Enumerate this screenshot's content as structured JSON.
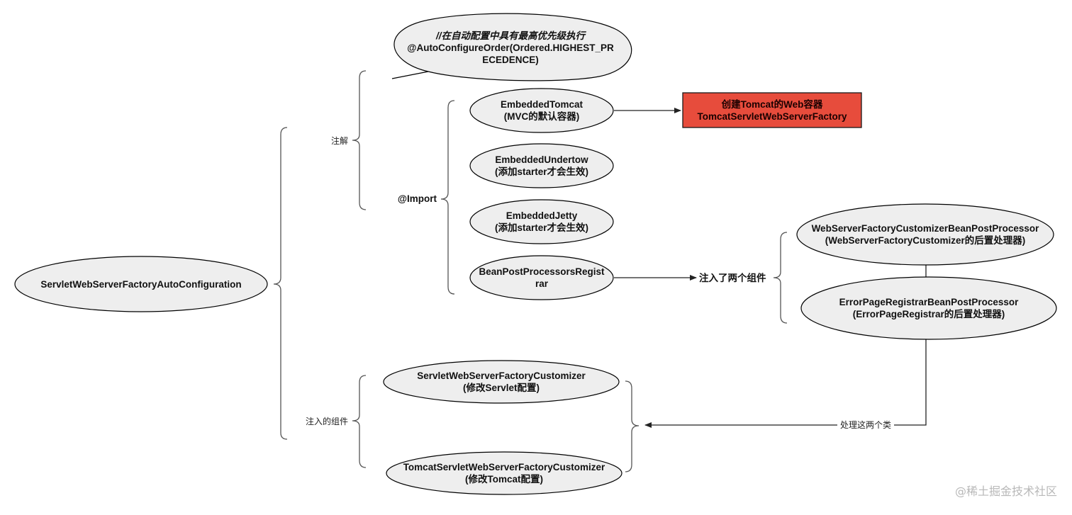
{
  "colors": {
    "node_fill": "#eeeeee",
    "highlight_fill": "#e74c3c",
    "stroke": "#000000"
  },
  "nodes": {
    "root": "ServletWebServerFactoryAutoConfiguration",
    "callout": [
      "//在自动配置中具有最高优先级执行",
      "@AutoConfigureOrder(Ordered.HIGHEST_PR",
      "ECEDENCE)"
    ],
    "embedded_tomcat": [
      "EmbeddedTomcat",
      "(MVC的默认容器)"
    ],
    "embedded_undertow": [
      "EmbeddedUndertow",
      "(添加starter才会生效)"
    ],
    "embedded_jetty": [
      "EmbeddedJetty",
      "(添加starter才会生效)"
    ],
    "bean_post_processors_registrar": [
      "BeanPostProcessorsRegist",
      "rar"
    ],
    "tomcat_factory_box": [
      "创建Tomcat的Web容器",
      "TomcatServletWebServerFactory"
    ],
    "web_server_customizer_bpp": [
      "WebServerFactoryCustomizerBeanPostProcessor",
      "(WebServerFactoryCustomizer的后置处理器)"
    ],
    "error_page_registrar_bpp": [
      "ErrorPageRegistrarBeanPostProcessor",
      "(ErrorPageRegistrar的后置处理器)"
    ],
    "servlet_customizer": [
      "ServletWebServerFactoryCustomizer",
      "(修改Servlet配置)"
    ],
    "tomcat_customizer": [
      "TomcatServletWebServerFactoryCustomizer",
      "(修改Tomcat配置)"
    ]
  },
  "labels": {
    "annotation": "注解",
    "import": "@Import",
    "injected_components": "注入的组件",
    "injected_two_components": "注入了两个组件",
    "handles_two_classes": "处理这两个类"
  },
  "watermark": "@稀土掘金技术社区"
}
